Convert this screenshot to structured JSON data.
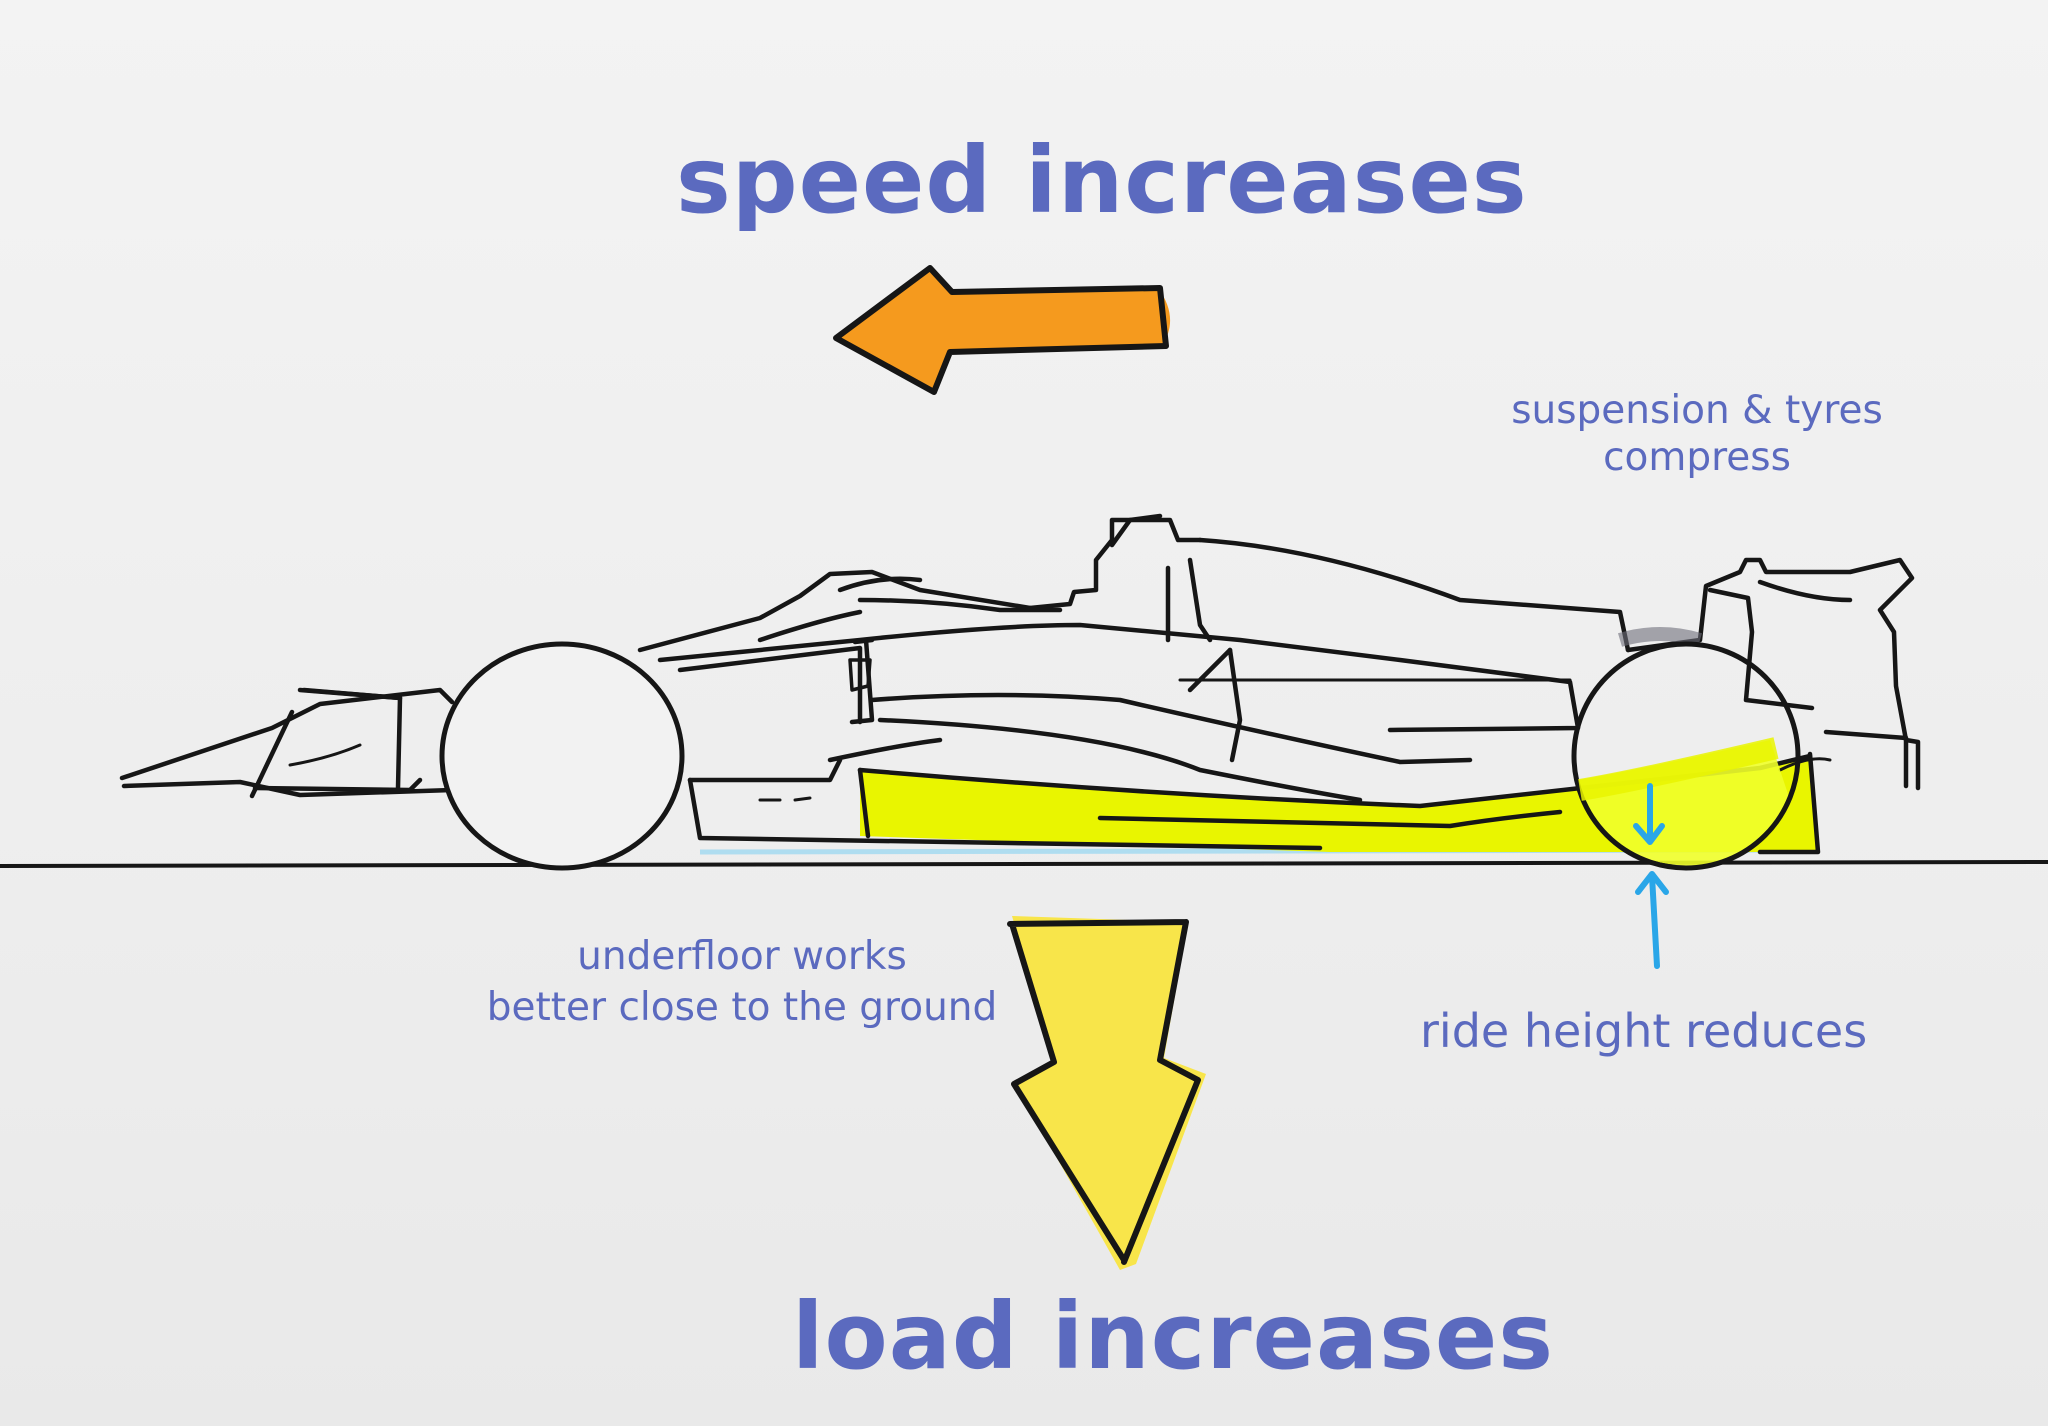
{
  "labels": {
    "speed": "speed increases",
    "load": "load increases",
    "suspension_line1": "suspension & tyres",
    "suspension_line2": "compress",
    "underfloor_line1": "underfloor works",
    "underfloor_line2": "better close to the ground",
    "ride_height": "ride height reduces"
  },
  "colors": {
    "text": "#5b6abf",
    "speed_arrow": "#f59a1e",
    "load_arrow": "#f8e54a",
    "underfloor_highlight": "#e9f500",
    "ride_height_arrows": "#2aa6e8",
    "ink": "#161616"
  },
  "icons": {
    "speed_arrow": "arrow-left-icon",
    "load_arrow": "arrow-down-icon",
    "ride_height": "arrows-converging-icon"
  }
}
